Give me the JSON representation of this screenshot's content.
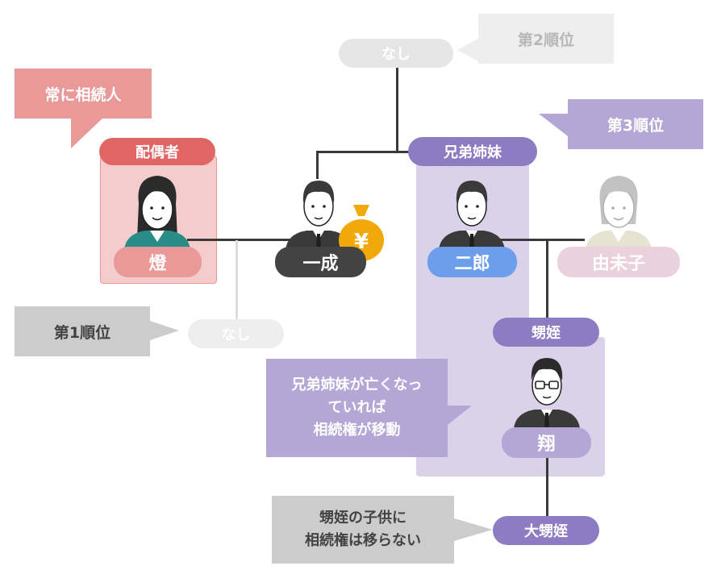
{
  "callouts": {
    "always_heir": "常に相続人",
    "rank1": "第1順位",
    "rank2": "第2順位",
    "rank3": "第3順位",
    "sibling_transfer": [
      "兄弟姉妹が亡くなっ",
      "ていれば",
      "相続権が移動"
    ],
    "grandnephew_note": [
      "甥姪の子供に",
      "相続権は移らない"
    ]
  },
  "tags": {
    "spouse": "配偶者",
    "siblings": "兄弟姉妹",
    "nephew_niece": "甥姪",
    "grandnephew": "大甥姪"
  },
  "names": {
    "spouse": "燈",
    "deceased": "一成",
    "brother": "二郎",
    "brother_wife": "由未子",
    "nephew": "翔"
  },
  "placeholders": {
    "parents": "なし",
    "children": "なし"
  },
  "estate_symbol": "¥",
  "colors": {
    "spouse_red": "#e06666",
    "spouse_bg": "#f4cccc",
    "sibling_purple": "#8e7cc3",
    "sibling_bg": "#d9d2e9",
    "callout_purple": "#b4a7d6",
    "callout_gray": "#cccccc",
    "brother_blue": "#6d9eeb",
    "dark_name": "#434343",
    "faded": "#e6e6e6",
    "money_gold": "#f1a80a"
  }
}
